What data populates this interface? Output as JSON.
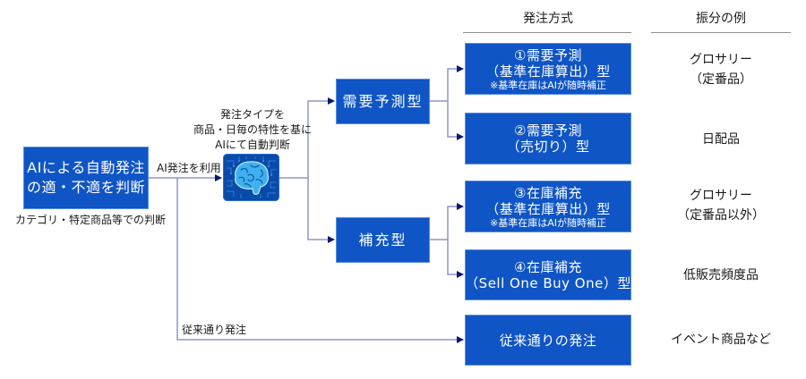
{
  "diagram": {
    "colors": {
      "box_fill": "#0f55c5",
      "box_border": "#5b8ee0",
      "connector": "#8f95c8",
      "arrowhead": "#0b1a70",
      "text_dark": "#1a1a1a",
      "header_rule": "#8c8c8c",
      "brain_bg": "#0a4aa8",
      "brain_fill": "#3fb0f0"
    },
    "headers": {
      "method": "発注方式",
      "example": "振分の例"
    },
    "root": {
      "line1": "AIによる自動発注",
      "line2": "の適・不適を判断",
      "caption": "カテゴリ・特定商品等での判断"
    },
    "edge_labels": {
      "use_ai": "AI発注を利用",
      "conventional": "従来通り発注"
    },
    "ai_judgement": {
      "icon": "brain-circuit-icon",
      "caption_lines": [
        "発注タイプを",
        "商品・日毎の特性を基に",
        "AIにて自動判断"
      ]
    },
    "types": [
      {
        "label": "需要予測型"
      },
      {
        "label": "補充型"
      }
    ],
    "methods": [
      {
        "line1": "①需要予測",
        "line2": "（基準在庫算出）型",
        "note": "※基準在庫はAIが随時補正"
      },
      {
        "line1": "②需要予測",
        "line2": "（売切り）型",
        "note": ""
      },
      {
        "line1": "③在庫補充",
        "line2": "（基準在庫算出）型",
        "note": "※基準在庫はAIが随時補正"
      },
      {
        "line1": "④在庫補充",
        "line2": "（Sell One Buy One）型",
        "note": ""
      },
      {
        "line1": "従来通りの発注",
        "line2": "",
        "note": ""
      }
    ],
    "examples": [
      {
        "line1": "グロサリー",
        "line2": "（定番品）"
      },
      {
        "line1": "日配品",
        "line2": ""
      },
      {
        "line1": "グロサリー",
        "line2": "（定番品以外）"
      },
      {
        "line1": "低販売頻度品",
        "line2": ""
      },
      {
        "line1": "イベント商品など",
        "line2": ""
      }
    ]
  }
}
